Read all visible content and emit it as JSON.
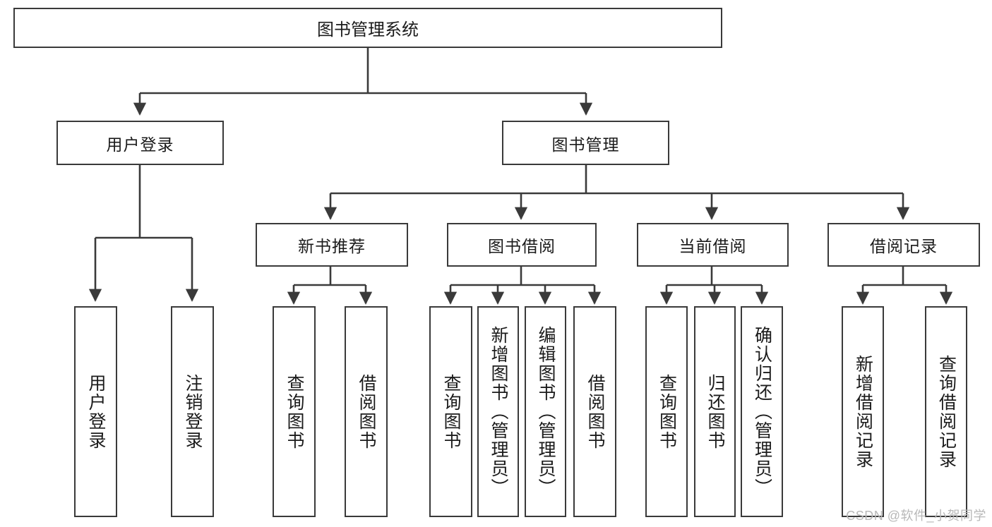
{
  "diagram": {
    "type": "tree-hierarchy",
    "title": "图书管理系统",
    "root": {
      "label": "图书管理系统"
    },
    "level1": [
      {
        "label": "用户登录"
      },
      {
        "label": "图书管理"
      }
    ],
    "level2": [
      {
        "label": "新书推荐",
        "parent": "图书管理"
      },
      {
        "label": "图书借阅",
        "parent": "图书管理"
      },
      {
        "label": "当前借阅",
        "parent": "图书管理"
      },
      {
        "label": "借阅记录",
        "parent": "图书管理"
      }
    ],
    "leaves": {
      "user_login": [
        {
          "label": "用户登录"
        },
        {
          "label": "注销登录"
        }
      ],
      "new_book_recommend": [
        {
          "label": "查询图书"
        },
        {
          "label": "借阅图书"
        }
      ],
      "book_borrow": [
        {
          "label": "查询图书"
        },
        {
          "label": "新增图书（管理员）"
        },
        {
          "label": "编辑图书（管理员）"
        },
        {
          "label": "借阅图书"
        }
      ],
      "current_borrow": [
        {
          "label": "查询图书"
        },
        {
          "label": "归还图书"
        },
        {
          "label": "确认归还（管理员）"
        }
      ],
      "borrow_record": [
        {
          "label": "新增借阅记录"
        },
        {
          "label": "查询借阅记录"
        }
      ]
    }
  },
  "watermark": {
    "text": "CSDN @软件_小贺同学"
  },
  "colors": {
    "border": "#3a3a3a",
    "background": "#ffffff",
    "text": "#1b1b1b",
    "watermark": "#b8b8b8"
  }
}
